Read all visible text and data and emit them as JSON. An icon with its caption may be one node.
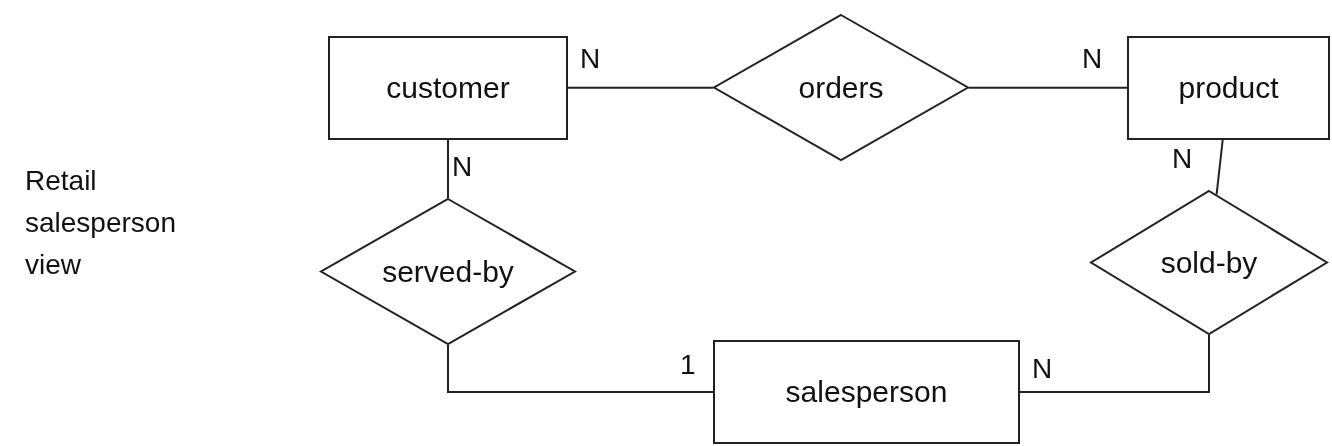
{
  "diagram": {
    "nodes": [
      {
        "text": [
          "customer"
        ]
      },
      {
        "text": [
          "orders"
        ]
      },
      {
        "text": [
          "product"
        ]
      },
      {
        "text": [
          "served-by"
        ]
      },
      {
        "text": [
          "sold-by"
        ]
      },
      {
        "text": [
          "salesperson"
        ]
      }
    ],
    "edges": [
      {
        "from": 0,
        "to": 1,
        "arrow": "none"
      },
      {
        "from": 1,
        "to": 2,
        "arrow": "none"
      },
      {
        "from": 0,
        "to": 3,
        "arrow": "none"
      },
      {
        "from": 3,
        "to": 5,
        "arrow": "none"
      },
      {
        "from": 2,
        "to": 4,
        "arrow": "none"
      },
      {
        "from": 4,
        "to": 5,
        "arrow": "none"
      }
    ],
    "labels": [
      "N",
      "N",
      "Retail salesperson view",
      "N",
      "N",
      "1",
      "N"
    ]
  }
}
